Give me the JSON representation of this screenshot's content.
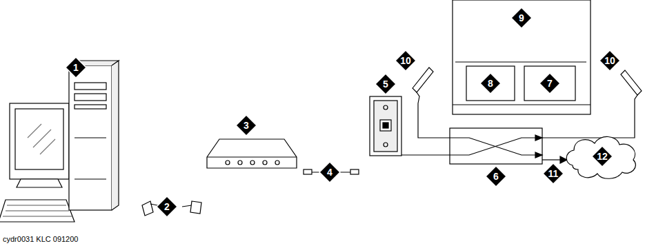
{
  "diagram": {
    "labels": [
      "1",
      "2",
      "3",
      "4",
      "5",
      "6",
      "7",
      "8",
      "9",
      "10",
      "10",
      "11",
      "12",
      "cydr0031 KLC 091200"
    ]
  }
}
